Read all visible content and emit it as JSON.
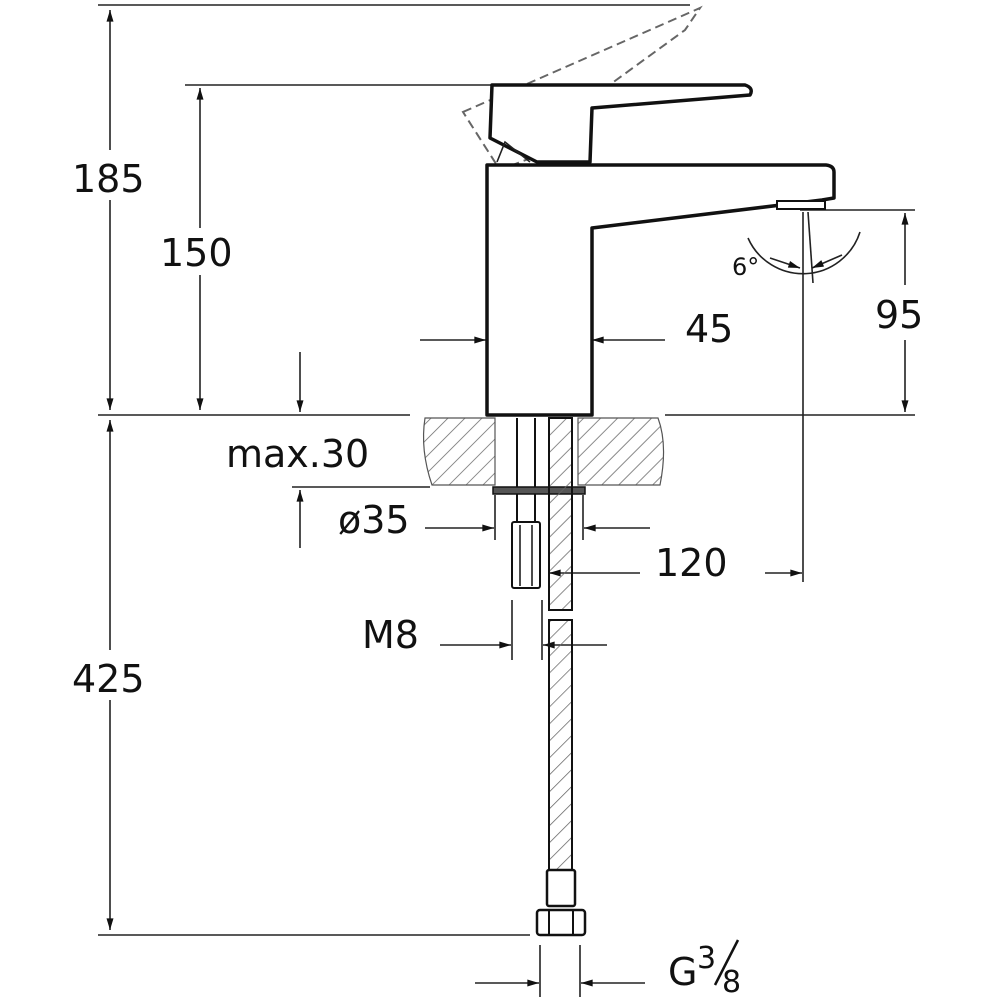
{
  "drawing": {
    "dimensions": {
      "total_height": "185",
      "body_height": "150",
      "max_counter": "max.30",
      "hole_diameter": "ø35",
      "body_width": "45",
      "spout_height": "95",
      "spout_reach": "120",
      "stud_thread": "M8",
      "hose_length": "425",
      "spout_angle": "6°",
      "connection_g": "G",
      "connection_num": "3",
      "connection_den": "8"
    }
  }
}
